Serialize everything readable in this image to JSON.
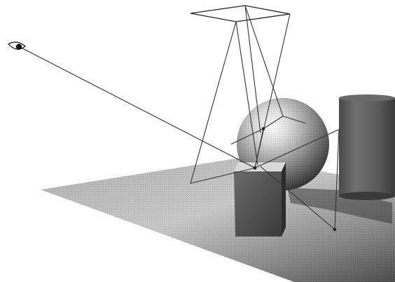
{
  "figure": {
    "kind": "ray-tracing illustration",
    "objects": [
      "eye-icon",
      "area-light",
      "floor-plane",
      "sphere",
      "cube",
      "cylinder"
    ],
    "colors": {
      "background": "#ffffff",
      "ray": "#333333",
      "floor_light": "#d8d8d8",
      "floor_dark": "#555555",
      "object_dark": "#3a3a3a"
    }
  }
}
